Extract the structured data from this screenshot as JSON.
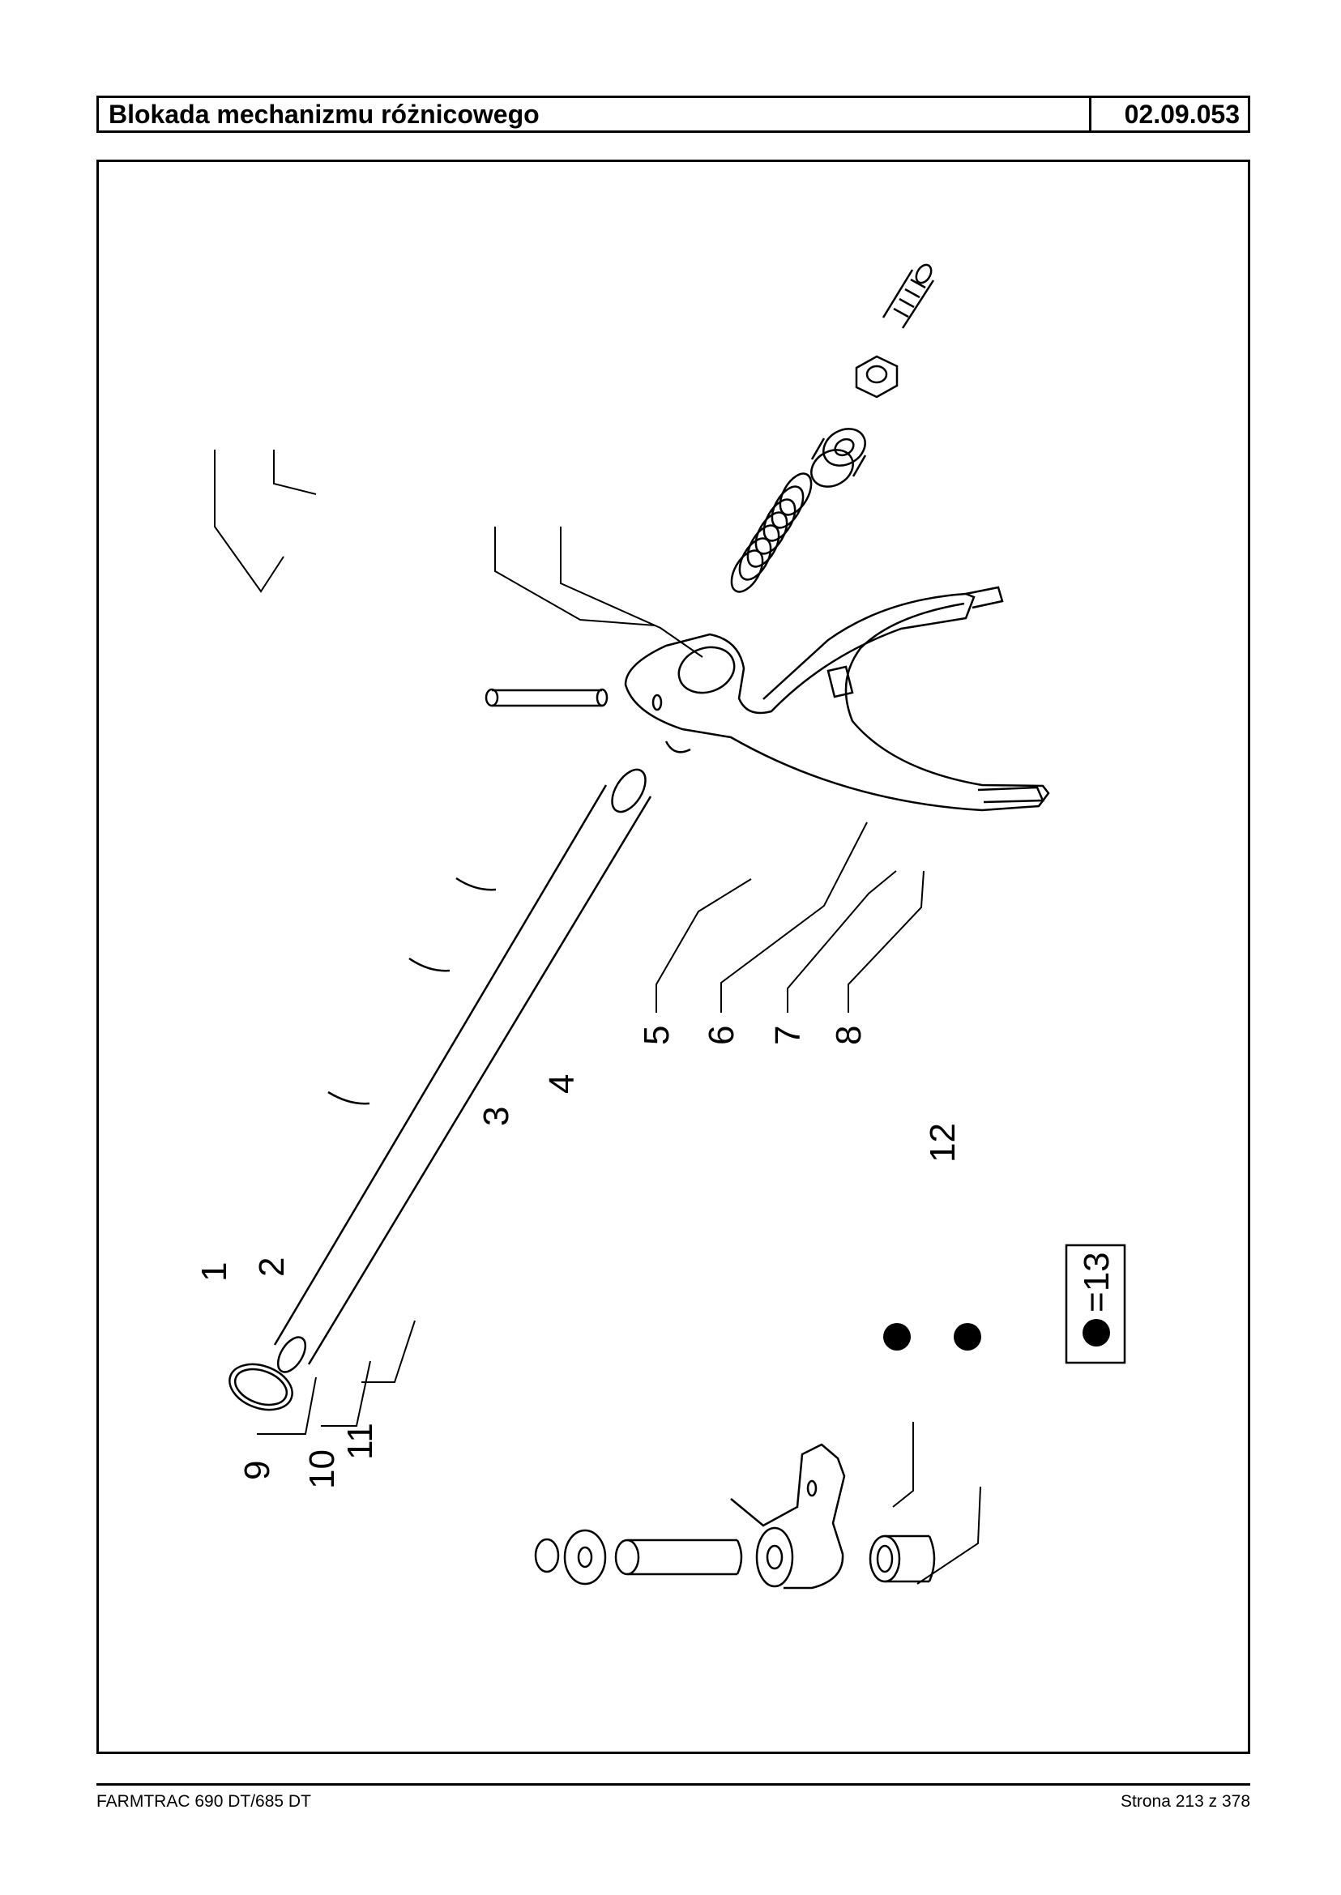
{
  "header": {
    "title": "Blokada mechanizmu różnicowego",
    "code": "02.09.053"
  },
  "diagram": {
    "callouts": [
      "1",
      "2",
      "3",
      "4",
      "5",
      "6",
      "7",
      "8",
      "9",
      "10",
      "11",
      "12"
    ],
    "legend": "=13"
  },
  "footer": {
    "model": "FARMTRAC 690 DT/685 DT",
    "page": "Strona 213 z 378"
  }
}
